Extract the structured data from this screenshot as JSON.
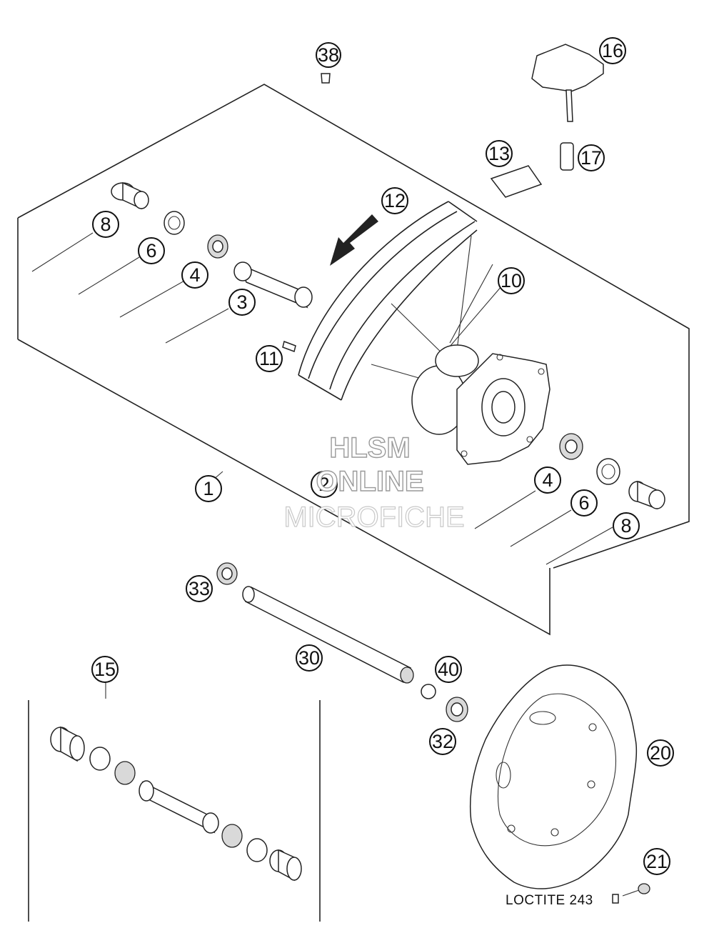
{
  "diagram": {
    "callouts": [
      {
        "id": "38",
        "label": "38"
      },
      {
        "id": "16",
        "label": "16"
      },
      {
        "id": "13",
        "label": "13"
      },
      {
        "id": "17",
        "label": "17"
      },
      {
        "id": "12",
        "label": "12"
      },
      {
        "id": "8a",
        "label": "8"
      },
      {
        "id": "6a",
        "label": "6"
      },
      {
        "id": "4a",
        "label": "4"
      },
      {
        "id": "3",
        "label": "3"
      },
      {
        "id": "10",
        "label": "10"
      },
      {
        "id": "11",
        "label": "11"
      },
      {
        "id": "1",
        "label": "1"
      },
      {
        "id": "2",
        "label": "2"
      },
      {
        "id": "4b",
        "label": "4"
      },
      {
        "id": "6b",
        "label": "6"
      },
      {
        "id": "8b",
        "label": "8"
      },
      {
        "id": "33",
        "label": "33"
      },
      {
        "id": "30",
        "label": "30"
      },
      {
        "id": "15",
        "label": "15"
      },
      {
        "id": "40",
        "label": "40"
      },
      {
        "id": "32",
        "label": "32"
      },
      {
        "id": "20",
        "label": "20"
      },
      {
        "id": "21",
        "label": "21"
      }
    ],
    "note": "LOCTITE 243"
  },
  "watermark": {
    "line1": "HLSM",
    "line2": "ONLINE",
    "line3": "MICROFICHE"
  }
}
